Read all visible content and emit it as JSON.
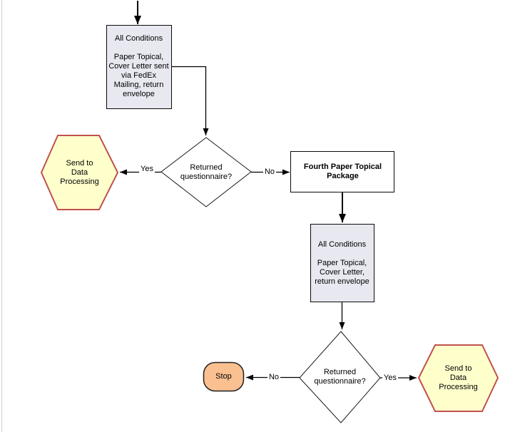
{
  "colors": {
    "process_fill": "#e8e8f1",
    "process_border": "#0a0a0a",
    "plain_fill": "#ffffff",
    "plain_border": "#0a0a0a",
    "decision_fill": "#ffffff",
    "decision_border": "#1a1a1a",
    "terminator_fill": "#fac090",
    "terminator_border": "#1f1f1f",
    "offpage_fill": "#ffffcc",
    "offpage_border": "#c0504d",
    "connector": "#000000",
    "text": "#000000"
  },
  "nodes": {
    "box_fedex": {
      "label": "All Conditions\n\nPaper Topical,\nCover Letter sent\nvia FedEx\nMailing, return\nenvelope"
    },
    "decision1": {
      "label": "Returned\nquestionnaire?"
    },
    "hex_send1": {
      "label": "Send to\nData\nProcessing"
    },
    "box_fourth": {
      "label": "Fourth Paper Topical\nPackage"
    },
    "box_allcond": {
      "label": "All Conditions\n\nPaper Topical,\nCover Letter,\nreturn envelope"
    },
    "decision2": {
      "label": "Returned\nquestionnaire?"
    },
    "stop": {
      "label": "Stop"
    },
    "hex_send2": {
      "label": "Send to\nData\nProcessing"
    }
  },
  "edges": {
    "d1_yes": "Yes",
    "d1_no": "No",
    "d2_no": "No",
    "d2_yes": "Yes"
  }
}
